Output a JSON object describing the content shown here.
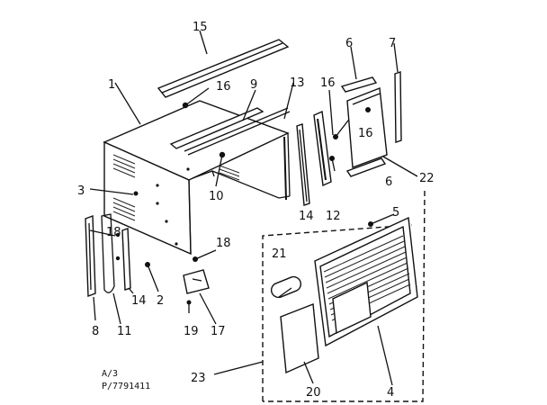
{
  "part_numbers": [
    "15",
    "1",
    "16",
    "9",
    "13",
    "16",
    "6",
    "7",
    "16",
    "22",
    "6",
    "3",
    "10",
    "14",
    "12",
    "5",
    "18",
    "21",
    "18",
    "8",
    "11",
    "14",
    "2",
    "19",
    "17",
    "4",
    "20",
    "23"
  ],
  "code": {
    "line1": "A/3",
    "line2": "P/7791411"
  },
  "colors": {
    "ink": "#111111",
    "background": "#ffffff"
  }
}
